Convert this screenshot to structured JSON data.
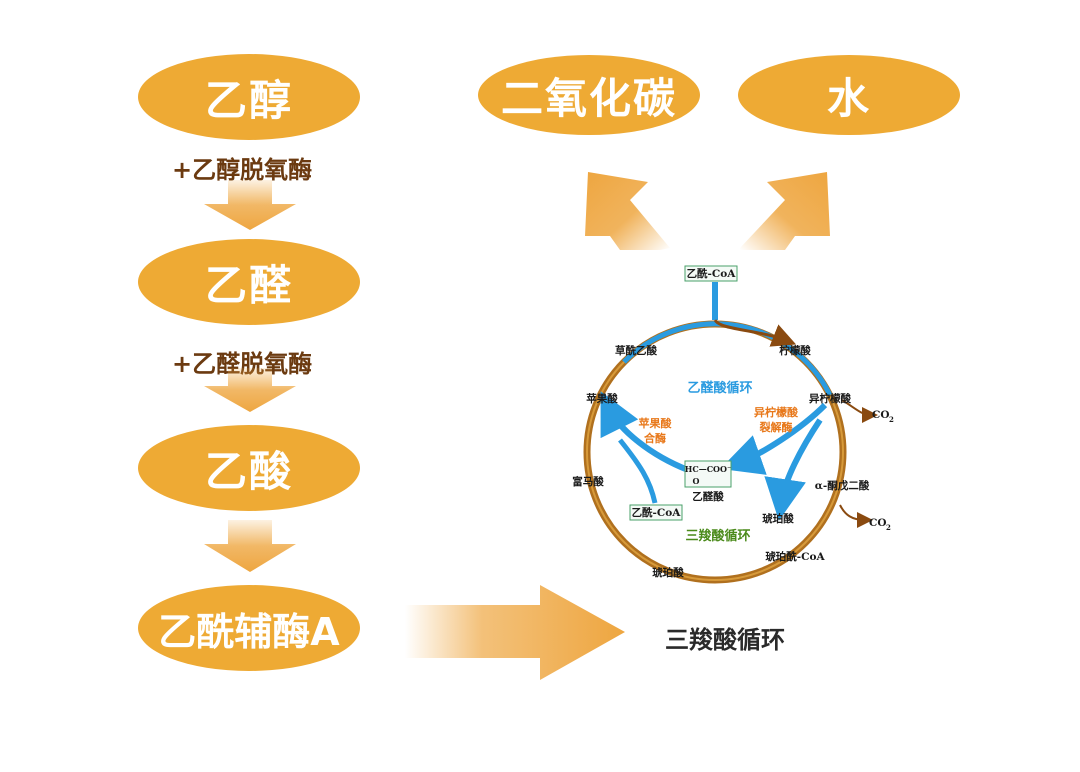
{
  "left_chain": {
    "ethanol": "乙醇",
    "enzyme1": "+乙醇脱氧酶",
    "acetaldehyde": "乙醛",
    "enzyme2": "+乙醛脱氧酶",
    "acetic_acid": "乙酸",
    "acetyl_coa": "乙酰辅酶A"
  },
  "products": {
    "co2": "二氧化碳",
    "water": "水"
  },
  "tca_label": "三羧酸循环",
  "cycle": {
    "acetyl_coa_top": "乙酰-CoA",
    "citrate": "柠檬酸",
    "isocitrate": "异柠檬酸",
    "co2_1": "CO",
    "co2_1_sub": "2",
    "alpha_kg": "α-酮戊二酸",
    "co2_2": "CO",
    "co2_2_sub": "2",
    "succinyl_coa": "琥珀酰-CoA",
    "succinate_bottom": "琥珀酸",
    "fumarate": "富马酸",
    "malate": "苹果酸",
    "oxaloacetate": "草酰乙酸",
    "glyoxylate_cycle": "乙醛酸循环",
    "malate_synthase_1": "苹果酸",
    "malate_synthase_2": "合酶",
    "isocitrate_lyase_1": "异柠檬酸",
    "isocitrate_lyase_2": "裂解酶",
    "glyoxylate_formula": "HC—COO⁻",
    "glyoxylate_o": "O",
    "glyoxylate": "乙醛酸",
    "succinate_inner": "琥珀酸",
    "acetyl_coa_inner": "乙酰-CoA",
    "tca_cycle": "三羧酸循环"
  },
  "colors": {
    "oval": "#eeaa34",
    "arrow": "#eea640",
    "enzyme_text": "#6b3a10",
    "cycle_blue": "#2a9be0",
    "cycle_brown": "#a4641c"
  }
}
